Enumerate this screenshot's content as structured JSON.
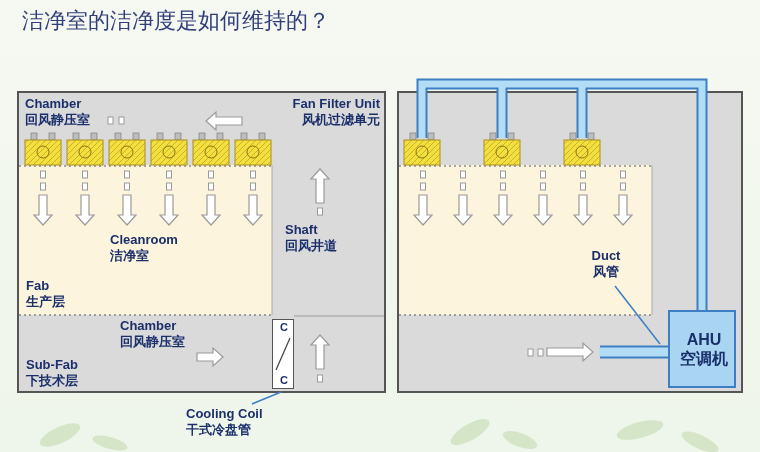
{
  "diagram": {
    "title": "洁净室的洁净度是如何维持的？",
    "nodes": [
      {
        "text": [
          "Chamber 回风静压室"
        ]
      },
      {
        "text": [
          "Cleanroom 洁净室",
          "Fab 生产层"
        ]
      },
      {
        "text": [
          "Shaft 回风井道"
        ]
      },
      {
        "text": [
          "Chamber 回风静压室",
          "Sub-Fab 下技术层"
        ]
      },
      {
        "text": [
          "C",
          "C"
        ],
        "in": 3
      },
      {
        "text": [
          "AHU 空调机"
        ]
      }
    ],
    "labels": [
      "Fan Filter Unit 风机过滤单元",
      "Cooling Coil 干式冷盘管",
      "Duct 风管"
    ]
  }
}
